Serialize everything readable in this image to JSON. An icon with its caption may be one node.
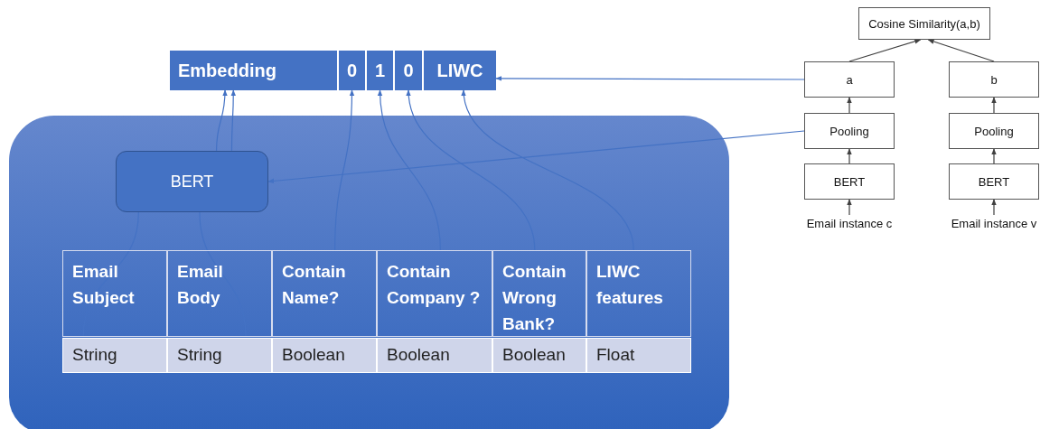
{
  "diagram": {
    "nodes": [
      {
        "text": [
          "Embedding"
        ]
      },
      {
        "text": [
          "0"
        ]
      },
      {
        "text": [
          "1"
        ]
      },
      {
        "text": [
          "0"
        ]
      },
      {
        "text": [
          "LIWC"
        ]
      },
      {
        "text": [],
        "shape": "box"
      },
      {
        "text": [
          "BERT"
        ],
        "in": 5
      },
      {
        "text": [
          "Email Subject"
        ],
        "in": 5
      },
      {
        "text": [
          "Email Body"
        ],
        "in": 5
      },
      {
        "text": [
          "Contain Name?"
        ],
        "in": 5
      },
      {
        "text": [
          "Contain Company ?"
        ],
        "in": 5
      },
      {
        "text": [
          "Contain Wrong Bank?"
        ],
        "in": 5
      },
      {
        "text": [
          "LIWC features"
        ],
        "in": 5
      },
      {
        "text": [
          "Cosine Similarity(a,b)"
        ]
      },
      {
        "text": [
          "a"
        ]
      },
      {
        "text": [
          "b"
        ]
      },
      {
        "text": [
          "Pooling"
        ]
      },
      {
        "text": [
          "Pooling"
        ]
      },
      {
        "text": [
          "BERT"
        ]
      },
      {
        "text": [
          "BERT"
        ]
      },
      {
        "text": [
          "Email instance c"
        ]
      },
      {
        "text": [
          "Email instance v"
        ]
      }
    ],
    "edges": [
      {
        "from": 7,
        "to": 6,
        "arrow": "none"
      },
      {
        "from": 8,
        "to": 6,
        "arrow": "none"
      },
      {
        "from": 6,
        "to": 0,
        "arrow": "to"
      },
      {
        "from": 6,
        "to": 0,
        "arrow": "to"
      },
      {
        "from": 9,
        "to": 1,
        "arrow": "to"
      },
      {
        "from": 10,
        "to": 2,
        "arrow": "to"
      },
      {
        "from": 11,
        "to": 3,
        "arrow": "to"
      },
      {
        "from": 12,
        "to": 4,
        "arrow": "to"
      },
      {
        "from": 14,
        "to": 4,
        "arrow": "to"
      },
      {
        "from": 16,
        "to": 6,
        "arrow": "to"
      },
      {
        "from": 18,
        "to": 16,
        "arrow": "to",
        "color": "#404040"
      },
      {
        "from": 16,
        "to": 14,
        "arrow": "to",
        "color": "#404040"
      },
      {
        "from": 14,
        "to": 13,
        "arrow": "to",
        "color": "#404040"
      },
      {
        "from": 19,
        "to": 17,
        "arrow": "to",
        "color": "#404040"
      },
      {
        "from": 17,
        "to": 15,
        "arrow": "to",
        "color": "#404040"
      },
      {
        "from": 15,
        "to": 13,
        "arrow": "to",
        "color": "#404040"
      },
      {
        "from": 20,
        "to": 18,
        "arrow": "to",
        "color": "#404040"
      },
      {
        "from": 21,
        "to": 19,
        "arrow": "to",
        "color": "#404040"
      }
    ],
    "labels": [
      "String",
      "String",
      "Boolean",
      "Boolean",
      "Boolean",
      "Float"
    ]
  }
}
